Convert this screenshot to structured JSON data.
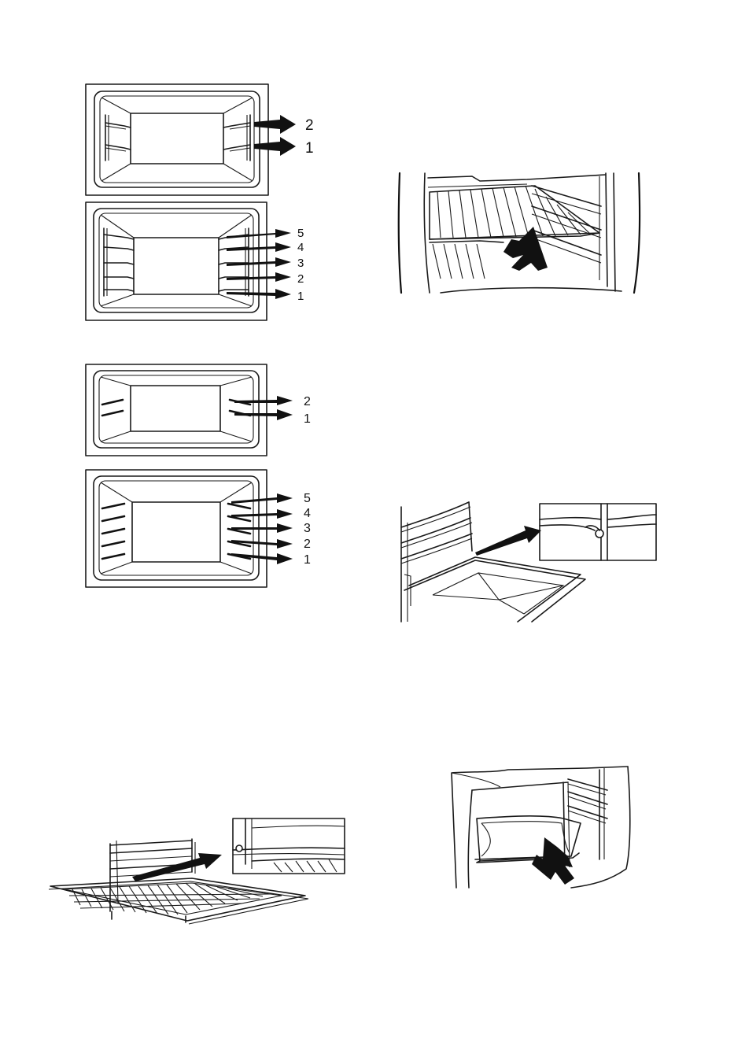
{
  "figures": {
    "fig_a": {
      "levels": [
        "2",
        "1"
      ]
    },
    "fig_b": {
      "levels": [
        "5",
        "4",
        "3",
        "2",
        "1"
      ]
    },
    "fig_c": {
      "levels": [
        "2",
        "1"
      ]
    },
    "fig_d": {
      "levels": [
        "5",
        "4",
        "3",
        "2",
        "1"
      ]
    }
  },
  "colors": {
    "line": "#1a1a1a",
    "background": "#ffffff"
  }
}
